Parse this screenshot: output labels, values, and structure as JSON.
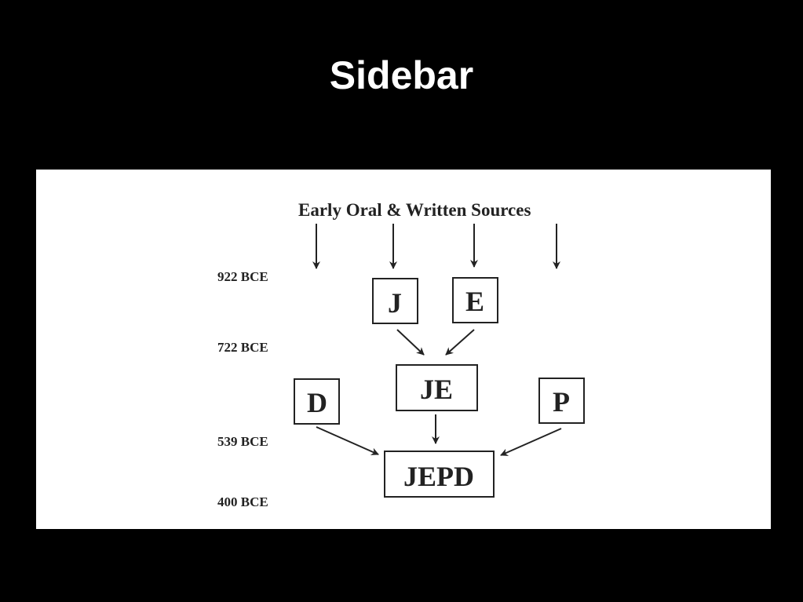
{
  "slide": {
    "title": "Sidebar"
  },
  "diagram": {
    "heading": "Early Oral & Written Sources",
    "dates": [
      "922 BCE",
      "722 BCE",
      "539 BCE",
      "400 BCE"
    ],
    "sources": {
      "j": "J",
      "e": "E",
      "je": "JE",
      "d": "D",
      "p": "P",
      "jepd": "JEPD"
    },
    "colors": {
      "background": "#000000",
      "panel": "#ffffff",
      "ink": "#222222"
    }
  }
}
